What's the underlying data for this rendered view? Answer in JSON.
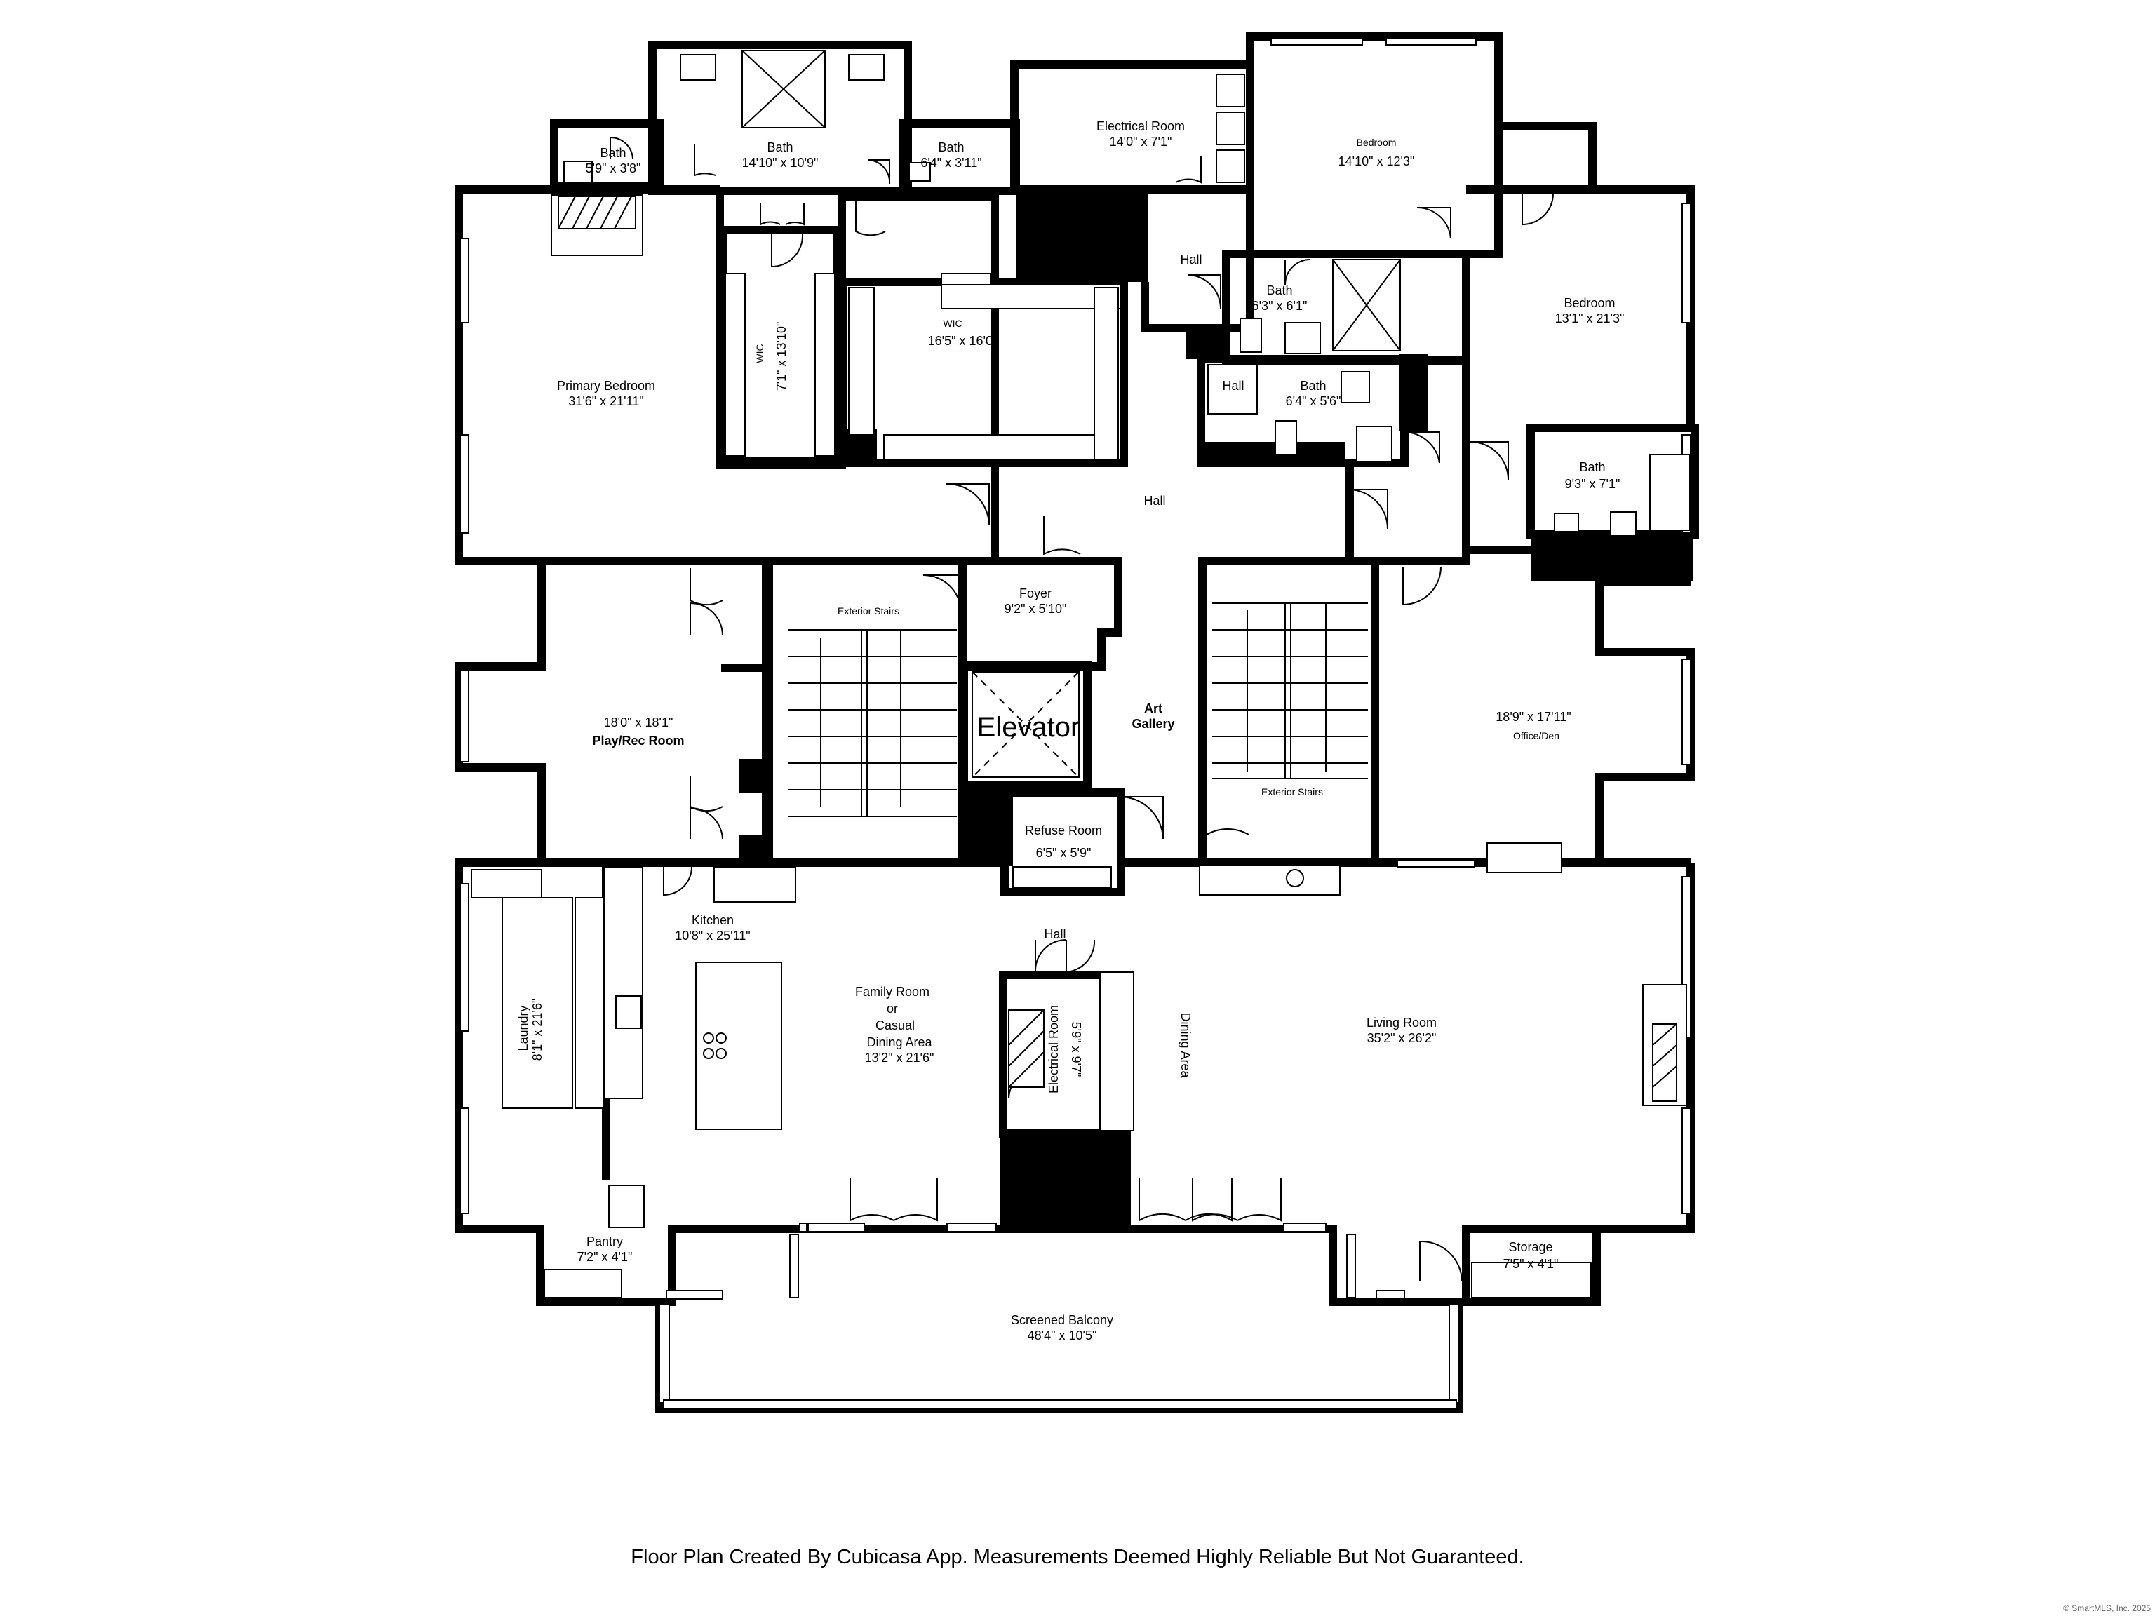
{
  "rooms": {
    "bath_left": {
      "name": "Bath",
      "dims": "5'9\" x 3'8\""
    },
    "bath_top": {
      "name": "Bath",
      "dims": "14'10\" x 10'9\""
    },
    "bath_mid": {
      "name": "Bath",
      "dims": "6'4\" x 3'11\""
    },
    "electrical_top": {
      "name": "Electrical Room",
      "dims": "14'0\" x 7'1\""
    },
    "bedroom_top": {
      "name": "Bedroom",
      "dims": "14'10\" x 12'3\""
    },
    "primary_bedroom": {
      "name": "Primary Bedroom",
      "dims": "31'6\" x 21'11\""
    },
    "wic_small": {
      "name": "WIC",
      "dims": "7'1\" x 13'10\""
    },
    "wic_large": {
      "name": "WIC",
      "dims": "16'5\" x 16'0\""
    },
    "hall_a": {
      "name": "Hall"
    },
    "bath_c": {
      "name": "Bath",
      "dims": "6'3\" x 6'1\""
    },
    "hall_b": {
      "name": "Hall"
    },
    "bath_d": {
      "name": "Bath",
      "dims": "6'4\" x 5'6\""
    },
    "hall_c": {
      "name": "Hall"
    },
    "bedroom_right": {
      "name": "Bedroom",
      "dims": "13'1\" x 21'3\""
    },
    "bath_right": {
      "name": "Bath",
      "dims": "9'3\" x 7'1\""
    },
    "hall_main": {
      "name": "Hall"
    },
    "foyer": {
      "name": "Foyer",
      "dims": "9'2\" x 5'10\""
    },
    "stairs_left": {
      "name": "Exterior Stairs"
    },
    "stairs_right": {
      "name": "Exterior Stairs"
    },
    "play_rec": {
      "name": "Play/Rec Room",
      "dims": "18'0\" x 18'1\""
    },
    "elevator": {
      "name": "Elevator"
    },
    "art_gallery": {
      "line1": "Art",
      "line2": "Gallery"
    },
    "office": {
      "name": "Office/Den",
      "dims": "18'9\" x 17'11\""
    },
    "refuse": {
      "name": "Refuse Room",
      "dims": "6'5\" x 5'9\""
    },
    "kitchen": {
      "name": "Kitchen",
      "dims": "10'8\" x 25'11\""
    },
    "hall_d": {
      "name": "Hall"
    },
    "laundry": {
      "name": "Laundry",
      "dims": "8'1\" x 21'6\""
    },
    "family": {
      "line1": "Family Room",
      "line2": "or",
      "line3": "Casual",
      "line4": "Dining Area",
      "dims": "13'2\" x 21'6\""
    },
    "electrical_bottom": {
      "name": "Electrical Room",
      "dims": "5'9\" x 9'7\""
    },
    "dining": {
      "name": "Dining Area"
    },
    "living": {
      "name": "Living Room",
      "dims": "35'2\" x 26'2\""
    },
    "pantry": {
      "name": "Pantry",
      "dims": "7'2\" x 4'1\""
    },
    "storage": {
      "name": "Storage",
      "dims": "7'5\" x 4'1\""
    },
    "balcony": {
      "name": "Screened Balcony",
      "dims": "48'4\" x 10'5\""
    }
  },
  "footer": "Floor Plan Created By Cubicasa App. Measurements Deemed Highly Reliable But Not Guaranteed.",
  "copyright": "© SmartMLS, Inc. 2025"
}
